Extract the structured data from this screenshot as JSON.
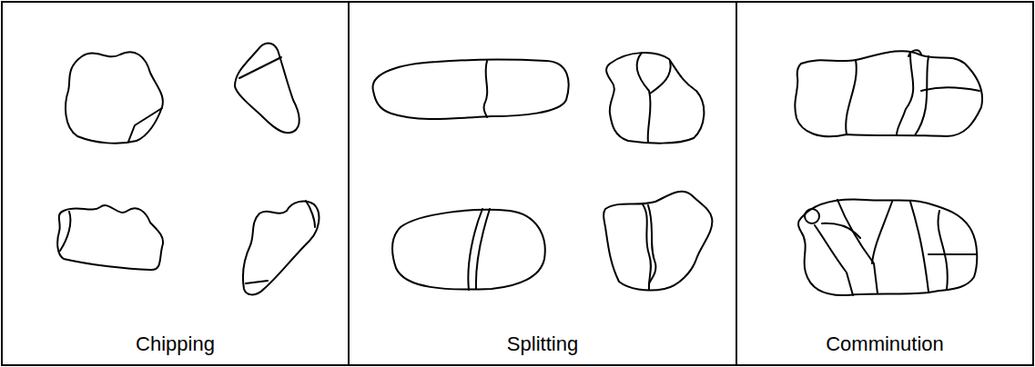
{
  "diagram": {
    "nodes": [
      {
        "text": [
          "Chipping"
        ]
      },
      {
        "text": [
          "Splitting"
        ]
      },
      {
        "text": [
          "Comminution"
        ]
      }
    ]
  }
}
